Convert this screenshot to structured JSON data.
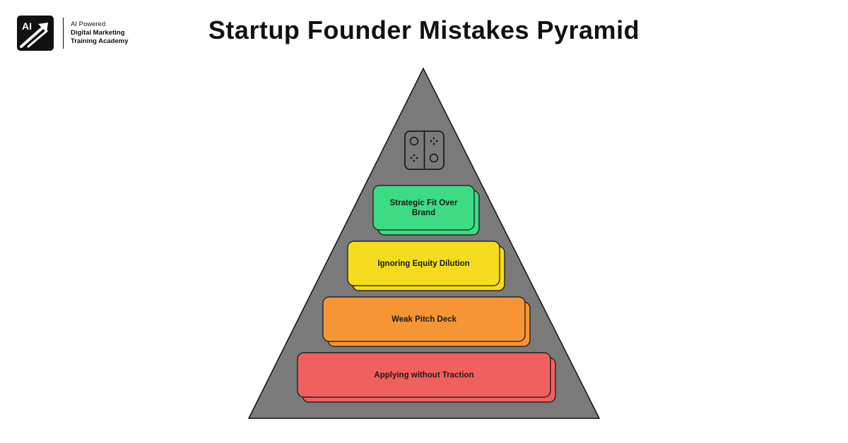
{
  "logo": {
    "mark": "AI",
    "line1": "AI Powered",
    "line2": "Digital Marketing",
    "line3": "Training Academy"
  },
  "title": "Startup Founder Mistakes Pyramid",
  "pyramid": {
    "apex_icon": "game-controller-icon",
    "fill_color": "#7a7a7a",
    "tiers": [
      {
        "label": "Strategic Fit Over Brand",
        "color": "#3ddc84"
      },
      {
        "label": "Ignoring Equity Dilution",
        "color": "#f5dc1e"
      },
      {
        "label": "Weak Pitch Deck",
        "color": "#f59535"
      },
      {
        "label": "Applying without Traction",
        "color": "#f0605e"
      }
    ]
  }
}
